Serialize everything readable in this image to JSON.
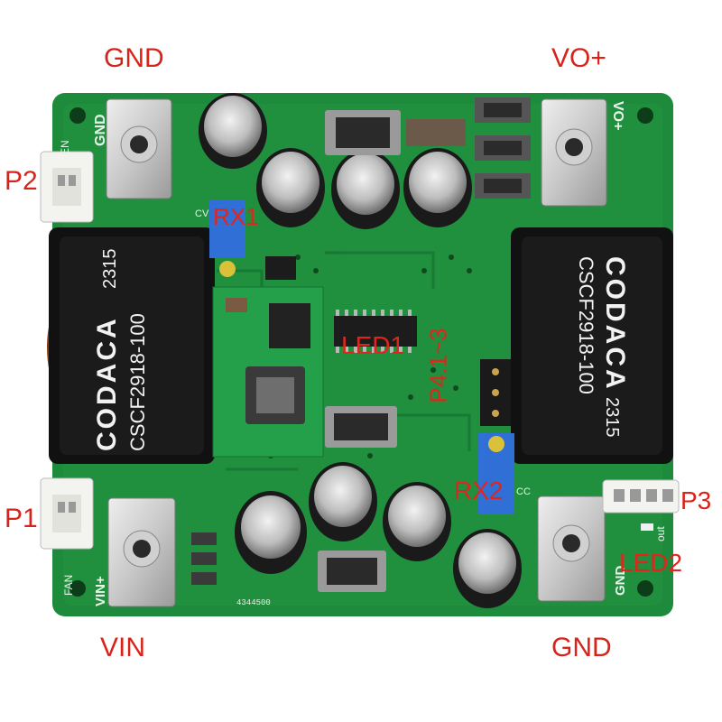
{
  "labels": {
    "gnd_top": "GND",
    "vo_plus": "VO+",
    "p2": "P2",
    "rx1": "RX1",
    "led1": "LED1",
    "p4": "P4.1~3",
    "p1": "P1",
    "rx2": "RX2",
    "p3": "P3",
    "led2": "LED2",
    "vin": "VIN",
    "gnd_bottom": "GND"
  },
  "board_text": {
    "inductor_brand": "CODACA",
    "inductor_lot": "2315",
    "inductor_part": "CSCF2918-100",
    "silk_gnd": "GND",
    "silk_vo": "VO+",
    "silk_vin": "VIN+",
    "silk_fan": "FAN",
    "silk_cv": "CV",
    "silk_cc": "CC",
    "silk_en": "EN",
    "silk_out": "out",
    "serial": "4344500"
  },
  "colors": {
    "pcb": "#1e8a3c",
    "pcb_dark": "#14652a",
    "callout": "#d8231a",
    "inductor": "#111111",
    "copper": "#c8641e"
  }
}
